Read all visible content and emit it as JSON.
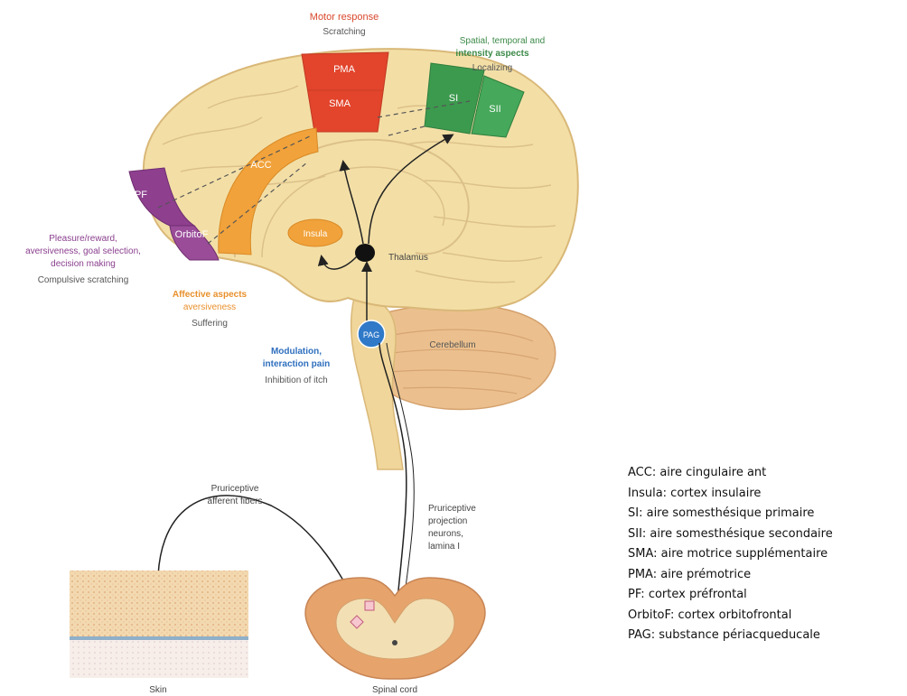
{
  "labels": {
    "motor_response": "Motor response",
    "scratching": "Scratching",
    "pma": "PMA",
    "sma": "SMA",
    "spatial_line1": "Spatial, temporal and",
    "spatial_line2": "intensity aspects",
    "localizing": "Localizing",
    "si": "SI",
    "sii": "SII",
    "acc": "ACC",
    "pf": "PF",
    "orbitof": "OrbitoF",
    "insula": "Insula",
    "thalamus": "Thalamus",
    "pleasure_line1": "Pleasure/reward,",
    "pleasure_line2": "aversiveness, goal selection,",
    "pleasure_line3": "decision making",
    "compulsive": "Compulsive scratching",
    "affective_line1": "Affective aspects",
    "affective_line2": "aversiveness",
    "suffering": "Suffering",
    "pag": "PAG",
    "cerebellum": "Cerebellum",
    "modulation_line1": "Modulation,",
    "modulation_line2": "interaction pain",
    "inhibition": "Inhibition of itch",
    "pruriceptive_afferent_line1": "Pruriceptive",
    "pruriceptive_afferent_line2": "afferent fibers",
    "projection_line1": "Pruriceptive",
    "projection_line2": "projection",
    "projection_line3": "neurons,",
    "projection_line4": "lamina I",
    "skin": "Skin",
    "spinal_cord": "Spinal cord"
  },
  "legend": [
    "ACC: aire cingulaire ant",
    "Insula: cortex insulaire",
    "SI: aire somesthésique primaire",
    "SII: aire somesthésique secondaire",
    "SMA: aire motrice supplémentaire",
    "PMA: aire prémotrice",
    "PF: cortex préfrontal",
    "OrbitoF: cortex orbitofrontal",
    "PAG: substance périacqueducale"
  ],
  "colors": {
    "brain": "#f3dfa6",
    "brain_outline": "#d9b878",
    "motor": "#e2452c",
    "sensory": "#3c9a4e",
    "acc": "#f1a23a",
    "prefrontal": "#8e3f8e",
    "pag": "#2f79c8",
    "cerebellum": "#ebc08e",
    "spinal_cord": "#e6a46c",
    "motor_text": "#d9472c",
    "sensory_text": "#3c8a48",
    "affective_text": "#e8902c",
    "prefrontal_text": "#8a3f8e",
    "modulation_text": "#2f6fbe"
  }
}
